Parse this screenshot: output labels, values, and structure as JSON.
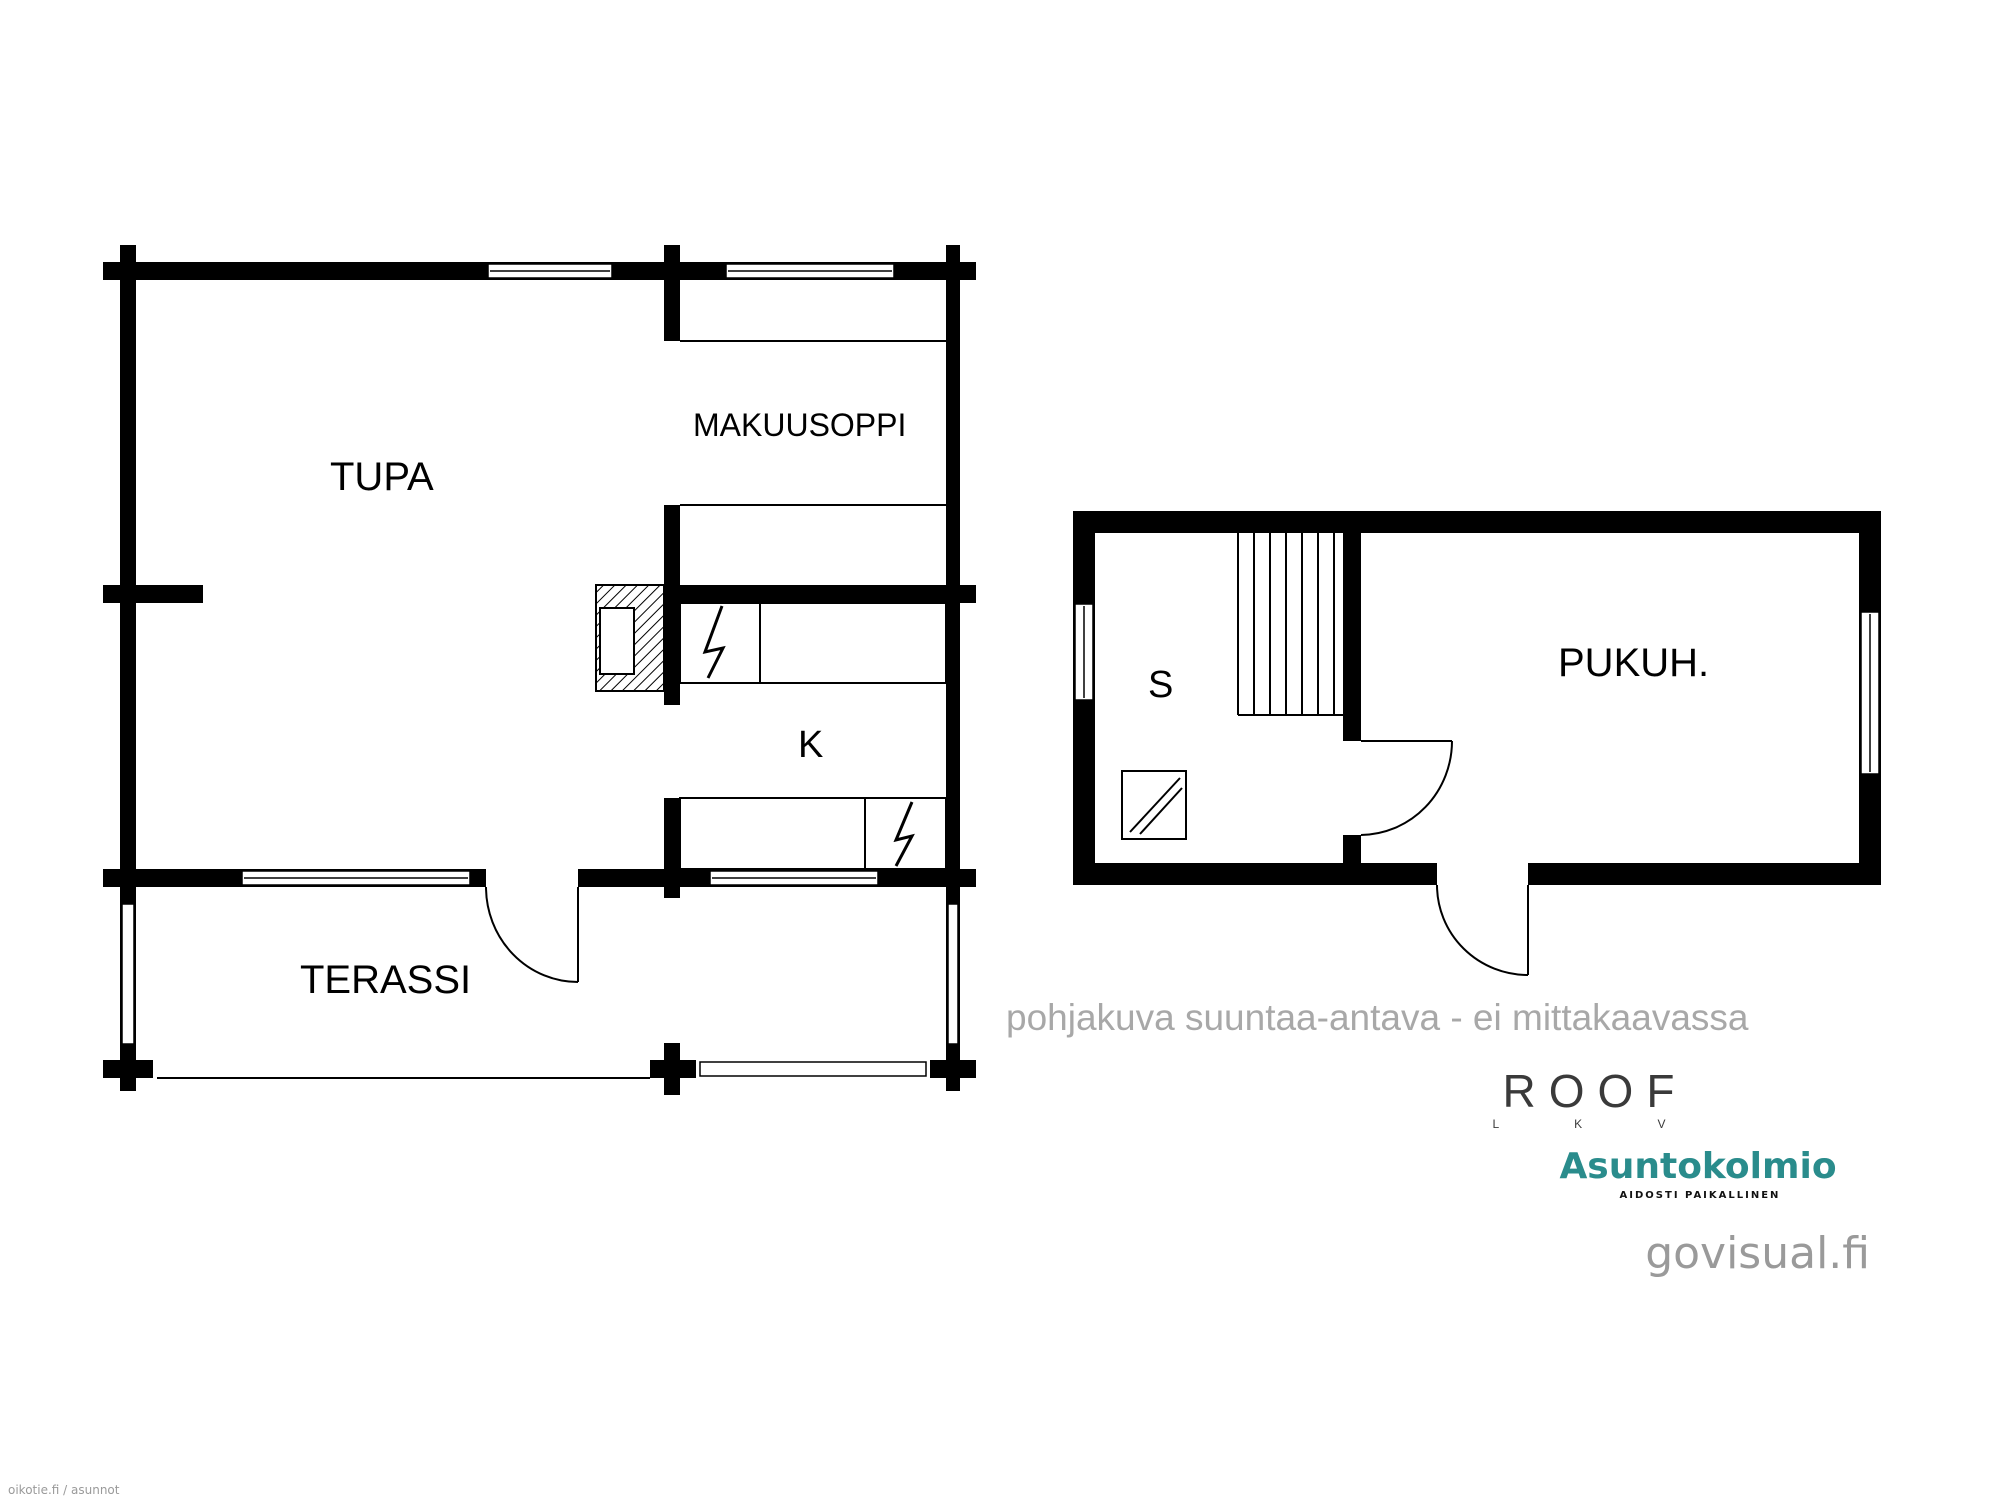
{
  "rooms": {
    "tupa": "TUPA",
    "makuusoppi": "MAKUUSOPPI",
    "keittio": "K",
    "terassi": "TERASSI",
    "sauna": "S",
    "pukuhuone": "PUKUH."
  },
  "note": "pohjakuva suuntaa-antava - ei mittakaavassa",
  "logos": {
    "roof_main": "ROOF",
    "roof_sub": "L K V",
    "asuntokolmio": "Asuntokolmio",
    "asuntokolmio_tagline": "AIDOSTI PAIKALLINEN",
    "asuntokolmio_color": "#2a8c8c",
    "govisual": "govisual.fi"
  },
  "watermark": "oikotie.fi / asunnot"
}
